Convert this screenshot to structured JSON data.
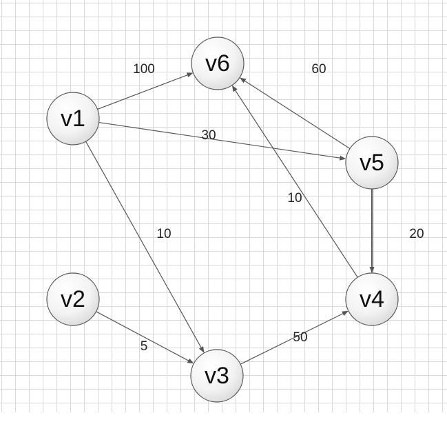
{
  "colors": {
    "grid": "#d9d9d9",
    "edge": "#555555",
    "node_stroke": "#555555",
    "node_fill_light": "#ffffff",
    "node_fill_dark": "#d8d8d8"
  },
  "nodes": [
    {
      "id": "v1",
      "label": "v1"
    },
    {
      "id": "v2",
      "label": "v2"
    },
    {
      "id": "v3",
      "label": "v3"
    },
    {
      "id": "v4",
      "label": "v4"
    },
    {
      "id": "v5",
      "label": "v5"
    },
    {
      "id": "v6",
      "label": "v6"
    }
  ],
  "edges": [
    {
      "from": "v1",
      "to": "v6",
      "weight": "100"
    },
    {
      "from": "v1",
      "to": "v5",
      "weight": "30"
    },
    {
      "from": "v1",
      "to": "v3",
      "weight": "10"
    },
    {
      "from": "v2",
      "to": "v3",
      "weight": "5"
    },
    {
      "from": "v3",
      "to": "v4",
      "weight": "50"
    },
    {
      "from": "v4",
      "to": "v6",
      "weight": "10"
    },
    {
      "from": "v5",
      "to": "v6",
      "weight": "60"
    },
    {
      "from": "v5",
      "to": "v4",
      "weight": "20"
    }
  ]
}
